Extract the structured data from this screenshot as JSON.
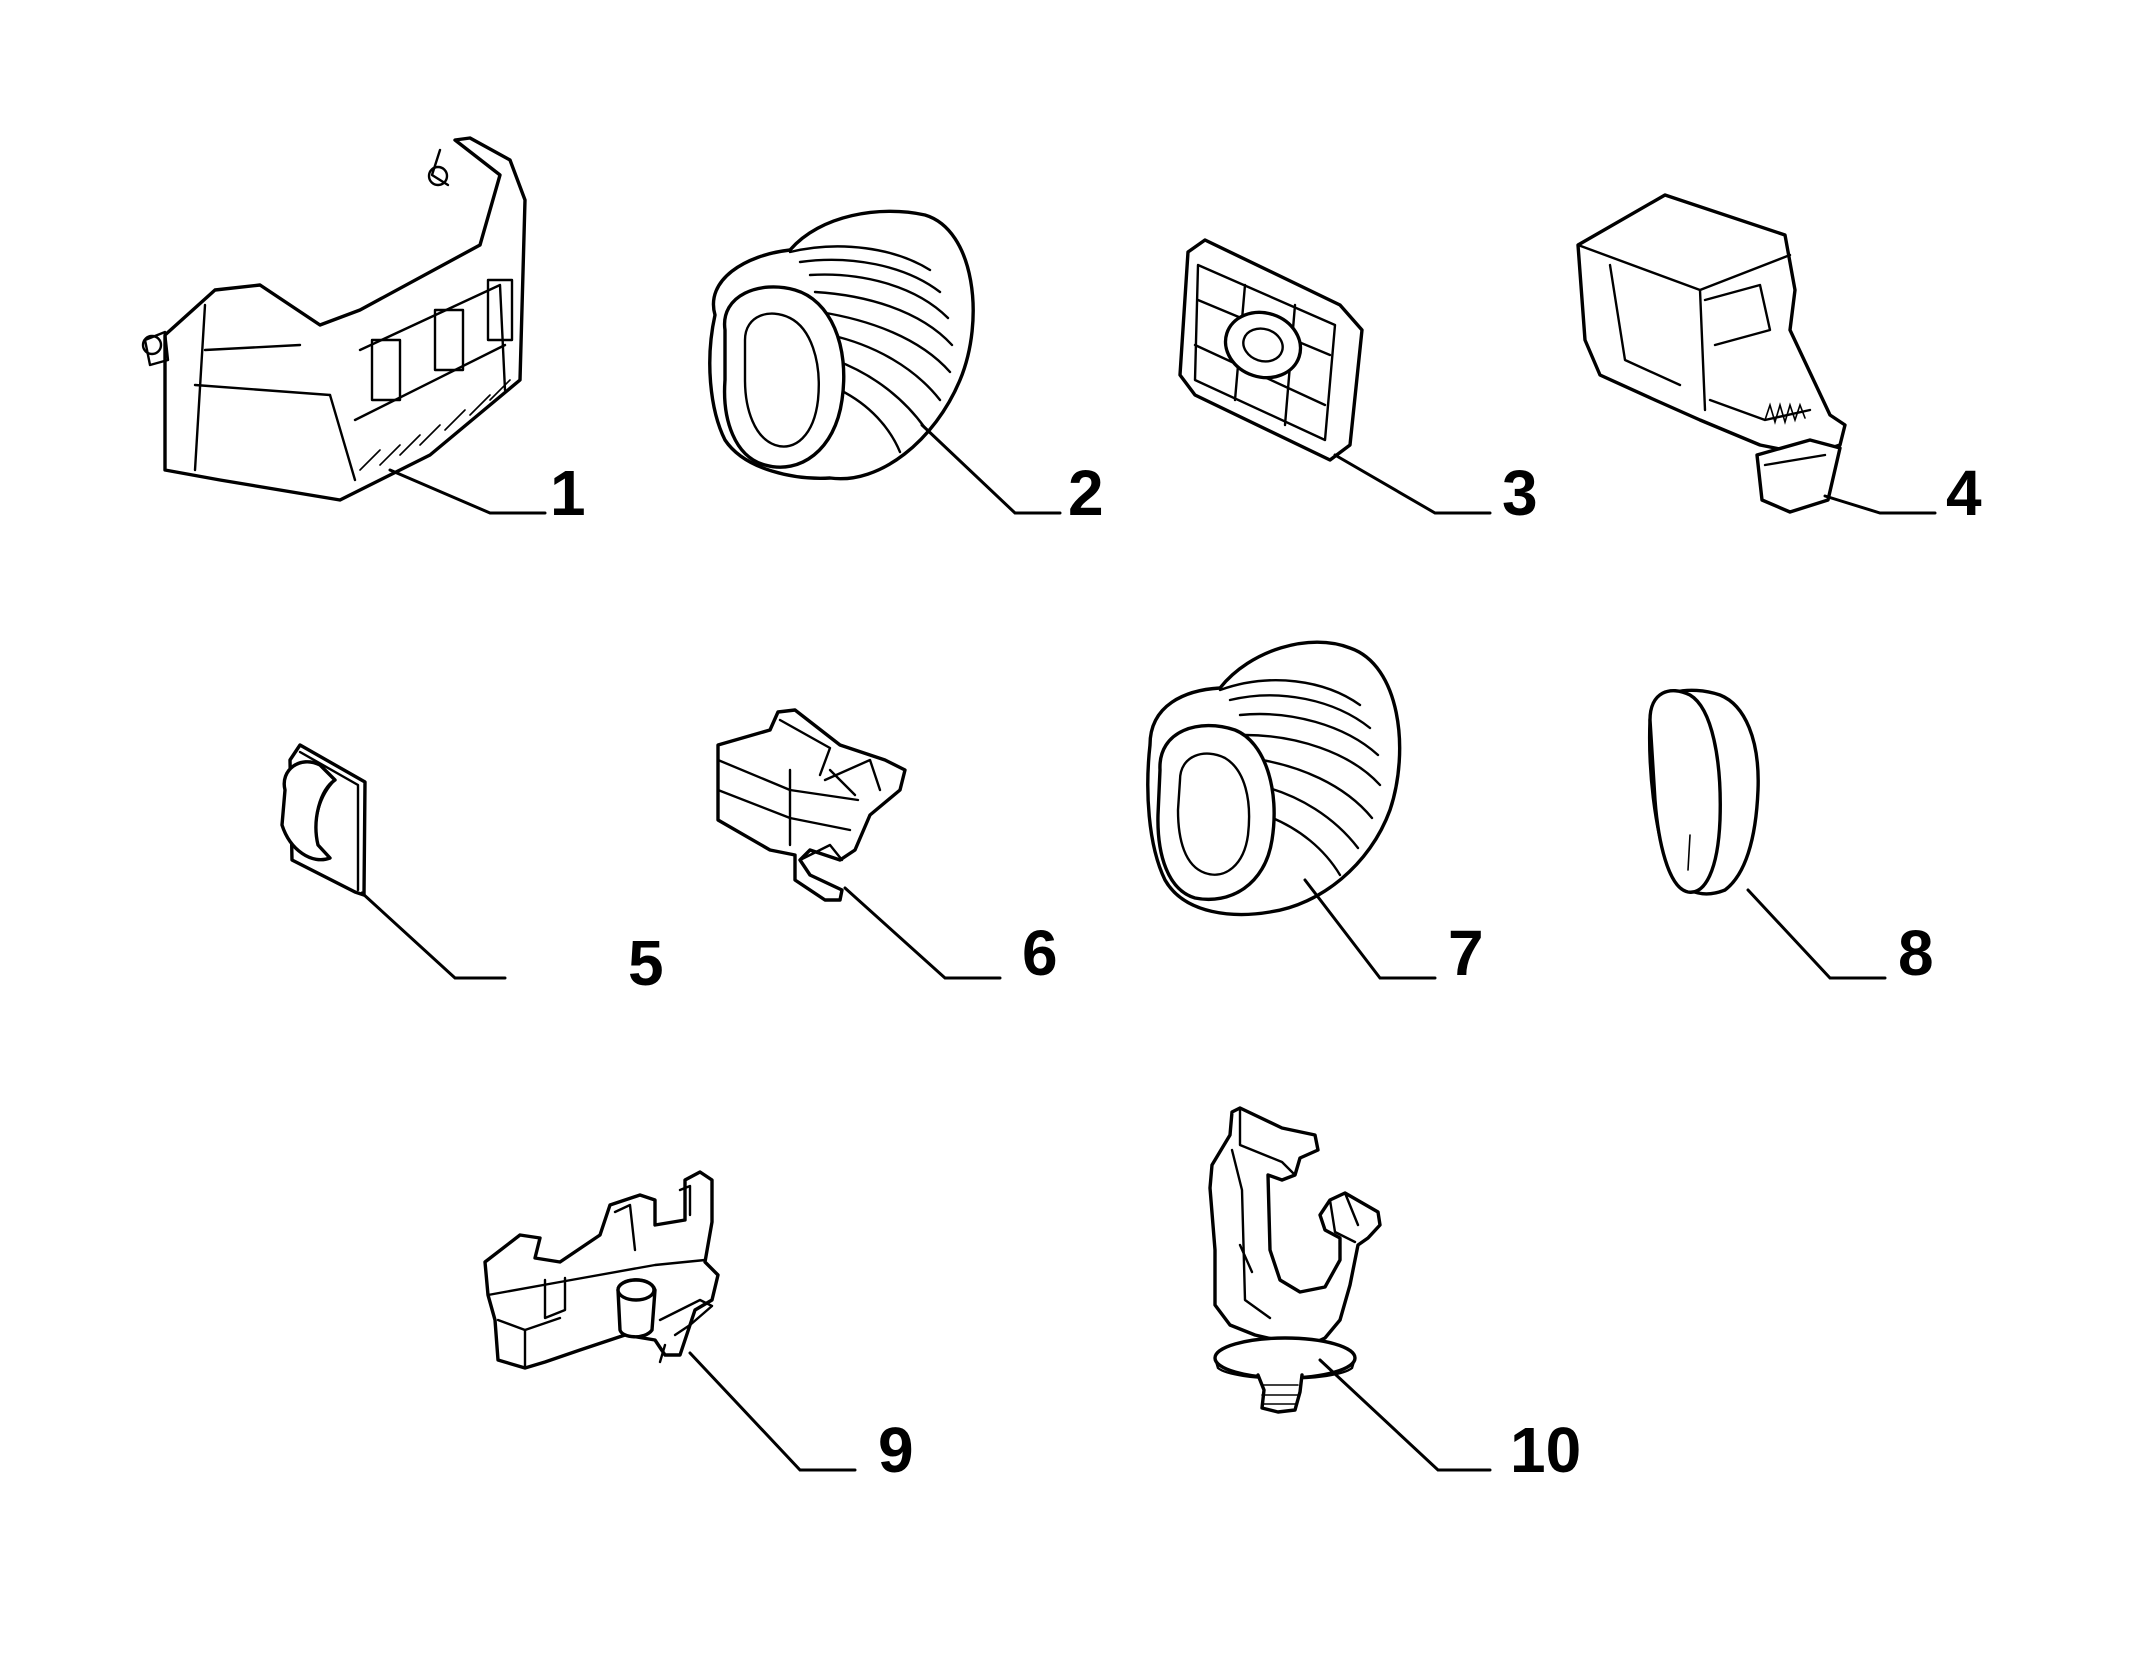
{
  "diagram": {
    "callouts": [
      {
        "number": "1",
        "icon": "cable-tray-bracket-icon"
      },
      {
        "number": "2",
        "icon": "bellows-grommet-icon"
      },
      {
        "number": "3",
        "icon": "square-grommet-plate-icon"
      },
      {
        "number": "4",
        "icon": "cable-clip-box-icon"
      },
      {
        "number": "5",
        "icon": "adhesive-clip-icon"
      },
      {
        "number": "6",
        "icon": "harness-retainer-icon"
      },
      {
        "number": "7",
        "icon": "bellows-grommet-icon"
      },
      {
        "number": "8",
        "icon": "oval-plug-icon"
      },
      {
        "number": "9",
        "icon": "connector-bracket-icon"
      },
      {
        "number": "10",
        "icon": "harness-clamp-icon"
      }
    ]
  }
}
